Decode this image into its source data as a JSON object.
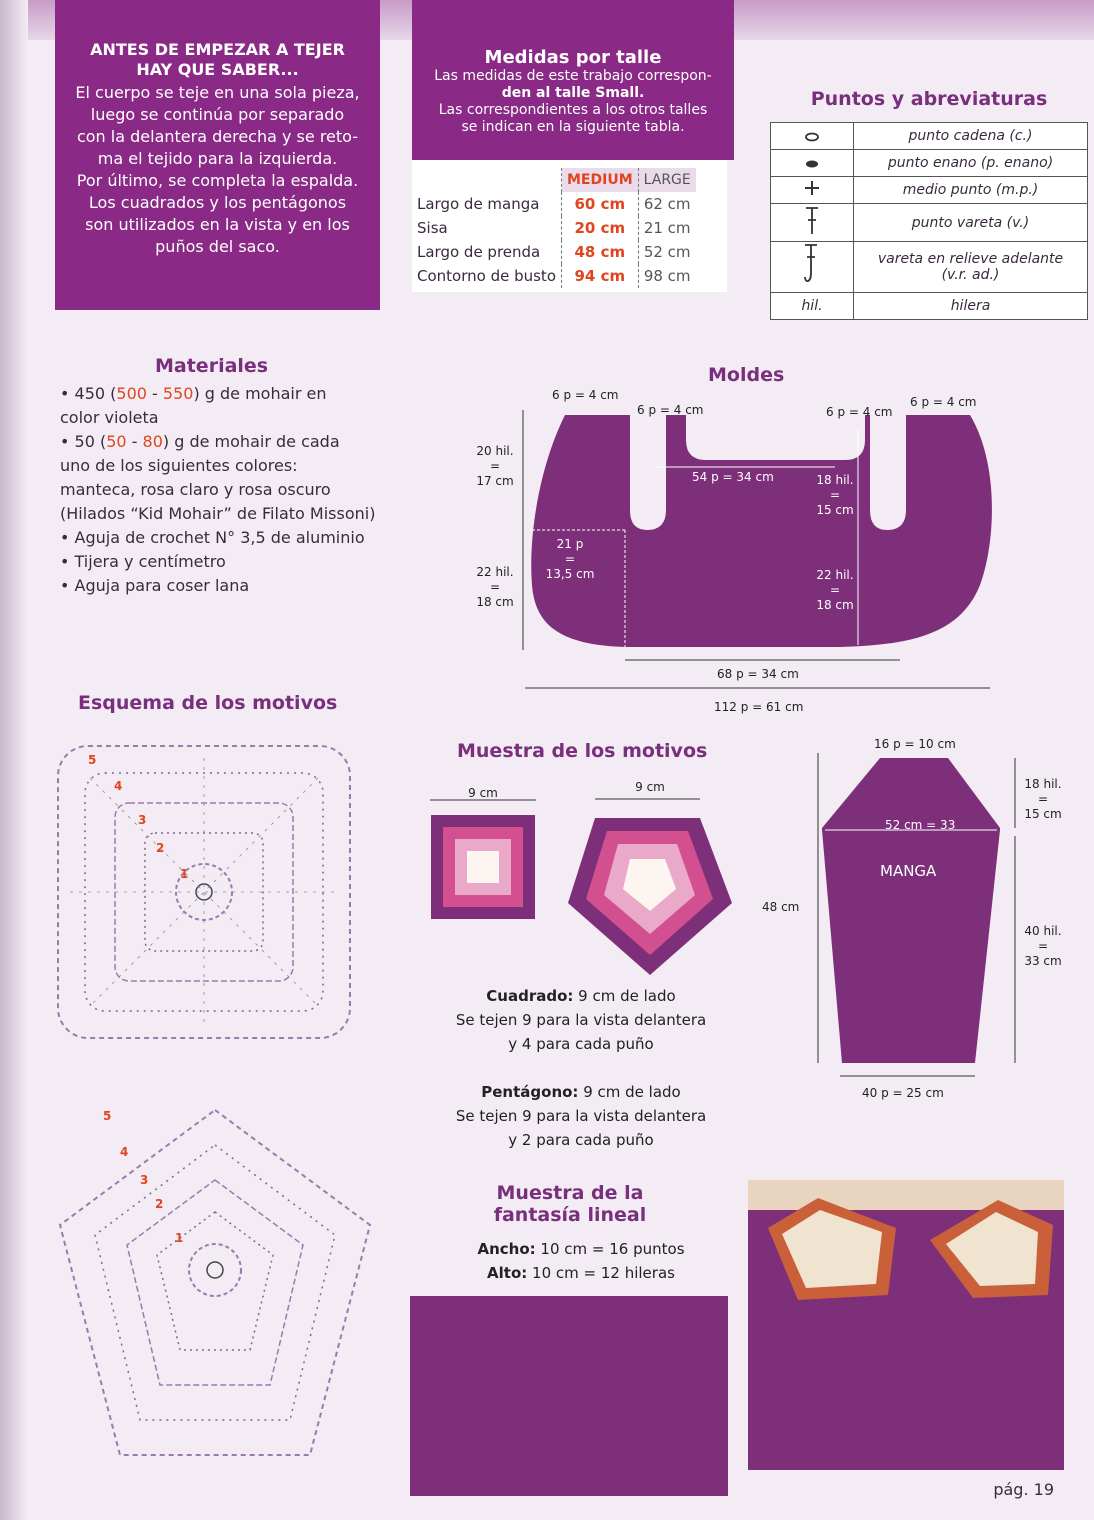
{
  "intro": {
    "heading": [
      "ANTES DE EMPEZAR A TEJER",
      "HAY QUE SABER..."
    ],
    "body": [
      "El cuerpo se teje en una sola pieza,",
      "luego se continúa por separado",
      "con la delantera derecha y se reto-",
      "ma el tejido para la izquierda.",
      "Por último, se completa la espalda.",
      "Los cuadrados y los pentágonos",
      "son utilizados en la vista y en los",
      "puños del saco."
    ]
  },
  "medidas": {
    "title": "Medidas por talle",
    "text": [
      "Las medidas de este trabajo correspon-",
      "den al talle Small.",
      "Las correspondientes a los otros talles",
      "se indican en la siguiente tabla."
    ],
    "headers": [
      "MEDIUM",
      "LARGE"
    ],
    "rows": [
      {
        "label": "Largo de manga",
        "medium": "60 cm",
        "large": "62 cm"
      },
      {
        "label": "Sisa",
        "medium": "20 cm",
        "large": "21 cm"
      },
      {
        "label": "Largo de prenda",
        "medium": "48 cm",
        "large": "52 cm"
      },
      {
        "label": "Contorno de busto",
        "medium": "94 cm",
        "large": "98 cm"
      }
    ]
  },
  "abreviaturas": {
    "title": "Puntos y abreviaturas",
    "rows": [
      {
        "symbol": "oval-outline-icon",
        "text": "punto cadena (c.)"
      },
      {
        "symbol": "oval-filled-icon",
        "text": "punto enano (p. enano)"
      },
      {
        "symbol": "plus-icon",
        "text": "medio punto (m.p.)"
      },
      {
        "symbol": "t-stitch-icon",
        "text": "punto vareta (v.)"
      },
      {
        "symbol": "hook-stitch-icon",
        "text": "vareta en relieve adelante",
        "text2": "(v.r. ad.)"
      },
      {
        "symbol": "hil.",
        "text": "hilera"
      }
    ]
  },
  "materiales": {
    "title": "Materiales",
    "items": [
      {
        "pre": "• 450 (",
        "a": "500",
        "mid": " - ",
        "b": "550",
        "post": ") g de mohair en"
      },
      "color violeta",
      {
        "pre": "• 50 (",
        "a": "50",
        "mid": " - ",
        "b": "80",
        "post": ") g de mohair de cada"
      },
      "uno de los siguientes colores:",
      "manteca, rosa claro y rosa oscuro",
      "(Hilados “Kid Mohair” de Filato Missoni)",
      "• Aguja de crochet N° 3,5 de aluminio",
      "• Tijera y centímetro",
      "• Aguja para coser lana"
    ]
  },
  "moldes": {
    "title": "Moldes",
    "labels": {
      "a": "6 p = 4 cm",
      "b": "6 p = 4 cm",
      "c": "6 p = 4 cm",
      "d": "6 p = 4 cm",
      "e": "20 hil.",
      "e2": "=",
      "e3": "17 cm",
      "f": "54 p = 34 cm",
      "g": "18 hil.",
      "g2": "=",
      "g3": "15 cm",
      "h": "21 p",
      "h2": "=",
      "h3": "13,5 cm",
      "i": "22 hil.",
      "i2": "=",
      "i3": "18 cm",
      "j": "22 hil.",
      "j2": "=",
      "j3": "18 cm",
      "k": "68 p = 34 cm",
      "l": "112 p = 61 cm"
    }
  },
  "esquema": {
    "title": "Esquema de los motivos",
    "rounds": [
      "5",
      "4",
      "3",
      "2",
      "1"
    ]
  },
  "muestra": {
    "title": "Muestra de los motivos",
    "sq_label": "9 cm",
    "pent_label": "9 cm",
    "cuadrado": {
      "bold": "Cuadrado:",
      "rest": " 9 cm de lado",
      "l2": "Se tejen 9 para la vista delantera",
      "l3": "y 4 para cada puño"
    },
    "pentagono": {
      "bold": "Pentágono:",
      "rest": " 9 cm de lado",
      "l2": "Se tejen 9 para la vista delantera",
      "l3": "y 2 para cada puño"
    },
    "colors": {
      "dark": "#7e2f79",
      "pink": "#d2508f",
      "light": "#eaa9c8",
      "cream": "#fdf6f0"
    }
  },
  "manga": {
    "label": "MANGA",
    "top": "16 p = 10 cm",
    "mid": "52 cm = 33",
    "bottom": "40 p = 25 cm",
    "height": "48 cm",
    "r1": "18 hil.",
    "r1b": "=",
    "r1c": "15 cm",
    "r2": "40 hil.",
    "r2b": "=",
    "r2c": "33 cm"
  },
  "fantasia": {
    "title1": "Muestra de la",
    "title2": "fantasía lineal",
    "ancho_b": "Ancho:",
    "ancho": " 10 cm = 16 puntos",
    "alto_b": "Alto:",
    "alto": " 10 cm = 12 hileras"
  },
  "page": "pág. 19"
}
